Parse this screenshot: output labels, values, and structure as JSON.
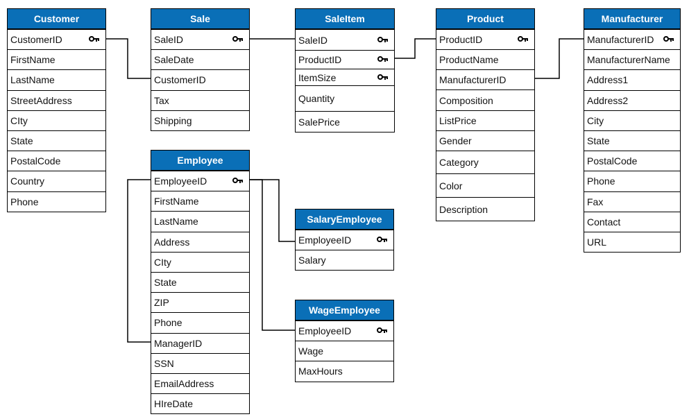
{
  "entities": {
    "customer": {
      "name": "Customer",
      "fields": [
        "CustomerID",
        "FirstName",
        "LastName",
        "StreetAddress",
        "CIty",
        "State",
        "PostalCode",
        "Country",
        "Phone"
      ],
      "keys": [
        0
      ]
    },
    "sale": {
      "name": "Sale",
      "fields": [
        "SaleID",
        "SaleDate",
        "CustomerID",
        "Tax",
        "Shipping"
      ],
      "keys": [
        0
      ]
    },
    "saleitem": {
      "name": "SaleItem",
      "fields": [
        "SaleID",
        "ProductID",
        "ItemSize",
        "Quantity",
        "SalePrice"
      ],
      "keys": [
        0,
        1,
        2
      ]
    },
    "product": {
      "name": "Product",
      "fields": [
        "ProductID",
        "ProductName",
        "ManufacturerID",
        "Composition",
        "ListPrice",
        "Gender",
        "Category",
        "Color",
        "Description"
      ],
      "keys": [
        0
      ]
    },
    "manufacturer": {
      "name": "Manufacturer",
      "fields": [
        "ManufacturerID",
        "ManufacturerName",
        "Address1",
        "Address2",
        "City",
        "State",
        "PostalCode",
        "Phone",
        "Fax",
        "Contact",
        "URL"
      ],
      "keys": [
        0
      ]
    },
    "employee": {
      "name": "Employee",
      "fields": [
        "EmployeeID",
        "FirstName",
        "LastName",
        "Address",
        "CIty",
        "State",
        "ZIP",
        "Phone",
        "ManagerID",
        "SSN",
        "EmailAddress",
        "HIreDate"
      ],
      "keys": [
        0
      ]
    },
    "salaryemployee": {
      "name": "SalaryEmployee",
      "fields": [
        "EmployeeID",
        "Salary"
      ],
      "keys": [
        0
      ]
    },
    "wageemployee": {
      "name": "WageEmployee",
      "fields": [
        "EmployeeID",
        "Wage",
        "MaxHours"
      ],
      "keys": [
        0
      ]
    }
  },
  "colors": {
    "header_bg": "#0a6fb7",
    "header_text": "#ffffff",
    "border": "#000000"
  },
  "icons": {
    "primary_key": "key-icon"
  }
}
